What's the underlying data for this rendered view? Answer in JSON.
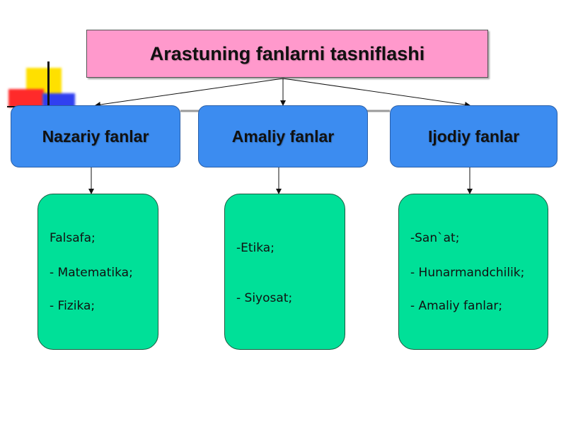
{
  "title": "Arastuning fanlarni tasniflashi",
  "categories": [
    {
      "label": "Nazariy fanlar",
      "items": [
        "Falsafa;",
        "- Matematika;",
        "- Fizika;"
      ]
    },
    {
      "label": "Amaliy fanlar",
      "items": [
        "-Etika;",
        "- Siyosat;"
      ]
    },
    {
      "label": "Ijodiy fanlar",
      "items": [
        "-San`at;",
        "- Hunarmandchilik;",
        "- Amaliy fanlar;"
      ]
    }
  ],
  "colors": {
    "title_fill": "#ff99cc",
    "category_fill": "#3c8cf0",
    "list_fill": "#00e098"
  }
}
